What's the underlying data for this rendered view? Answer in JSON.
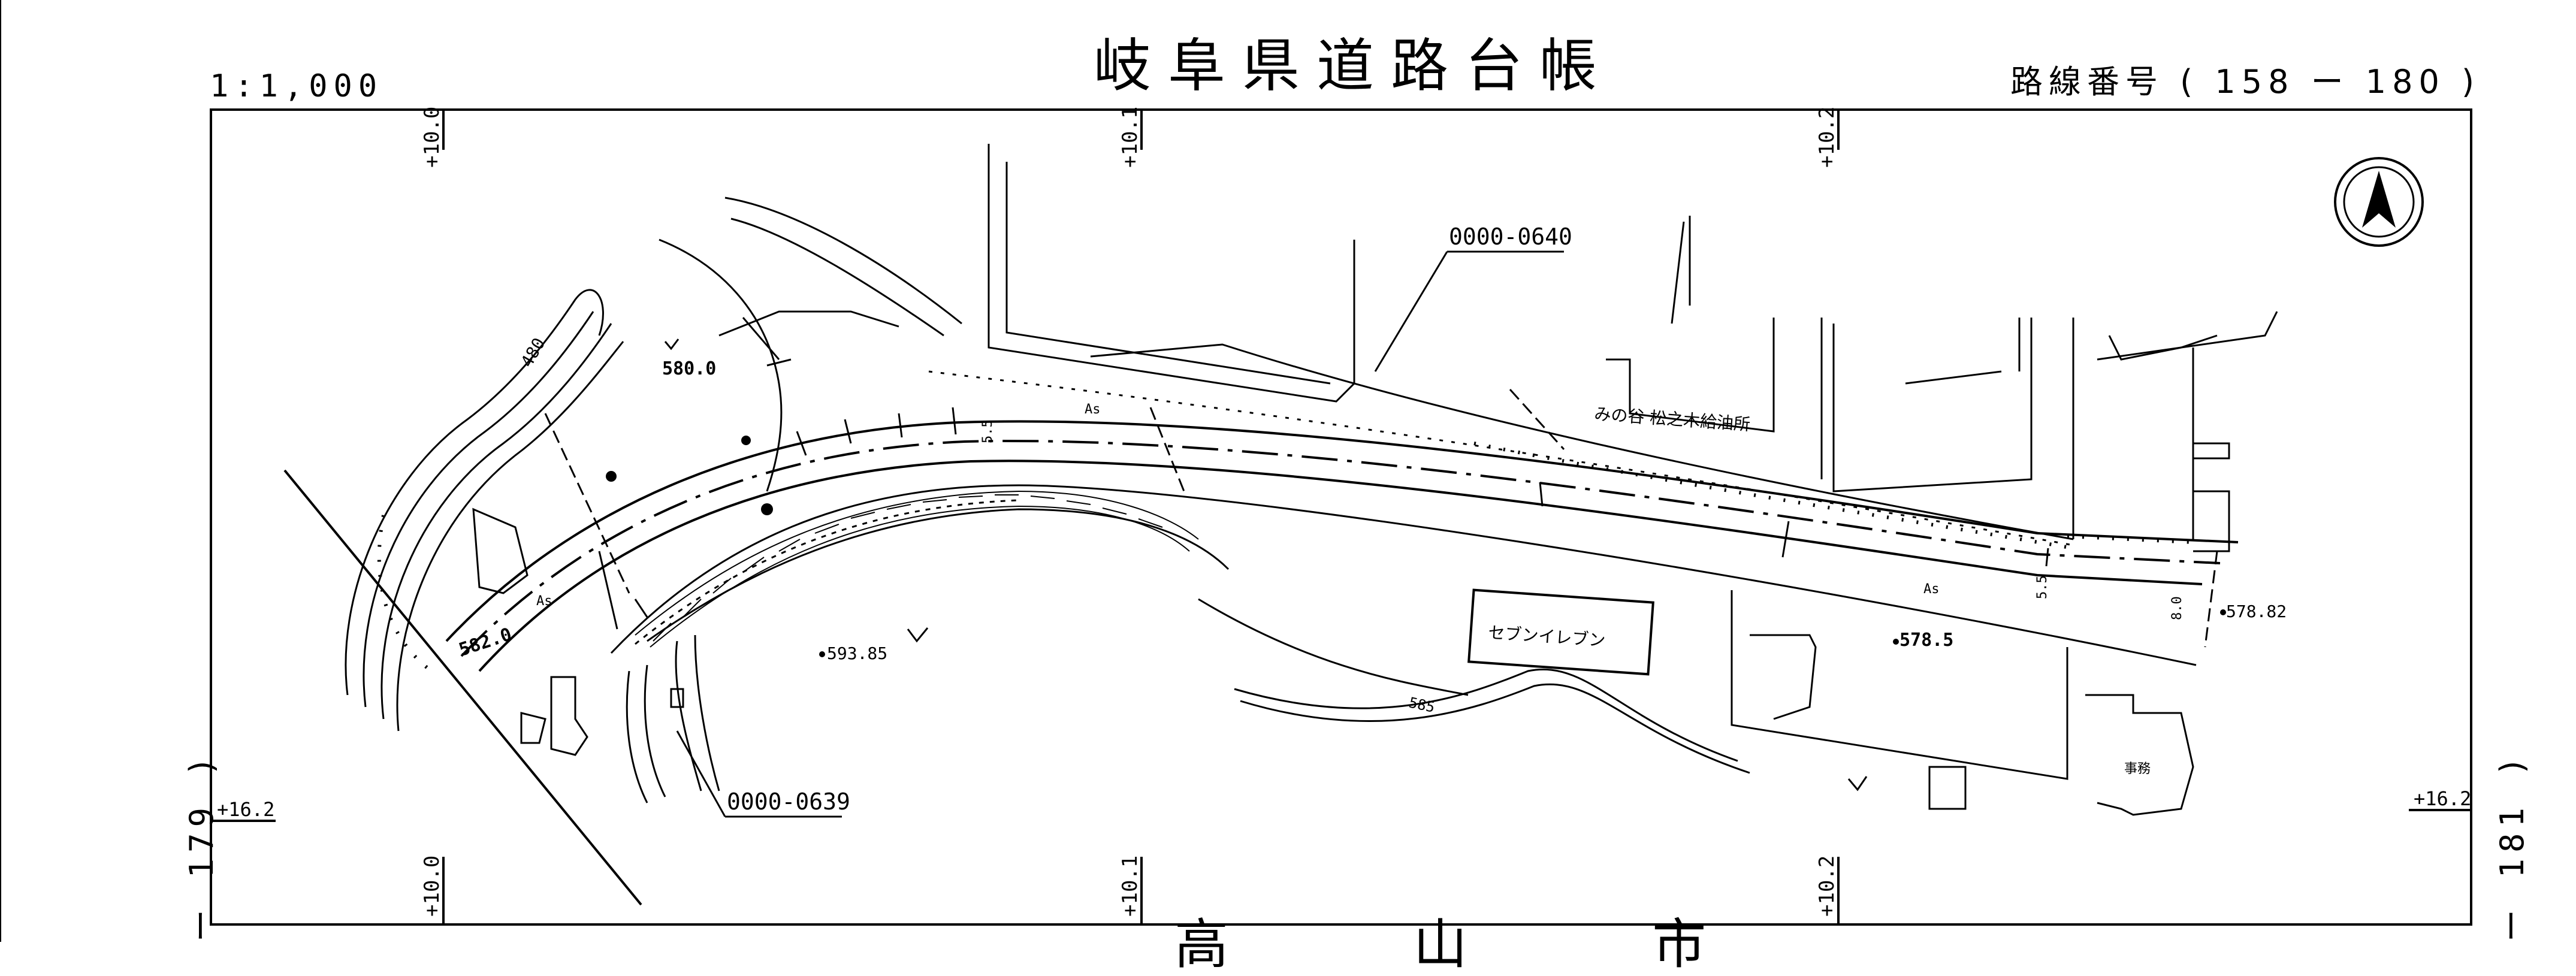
{
  "header": {
    "title": "岐阜県道路台帳",
    "scale": "1:1,000",
    "route_number": "路線番号 ( 158 ー 180 )"
  },
  "margins": {
    "left_route": "ー 179 )",
    "right_route": "ー 181 )",
    "bottom_partial": "高 山 市"
  },
  "map": {
    "stations": {
      "top": [
        "+10.0",
        "+10.1",
        "+10.2"
      ],
      "bottom": [
        "+10.0",
        "+10.1",
        "+10.2"
      ],
      "side_left": "+16.2",
      "side_right": "+16.2"
    },
    "callouts": {
      "top": "0000-0640",
      "bottom": "0000-0639"
    },
    "elevations": {
      "e1": "580.0",
      "e2": "593.85",
      "e3": "578.5",
      "e4": "578.82",
      "e5": "582.0"
    },
    "labels": {
      "store": "セブンイレブン",
      "business": "みの谷 松之木給油所",
      "building": "事務",
      "as1": "As",
      "as2": "As",
      "as3": "As",
      "contour_480": "480",
      "contour_585": "585",
      "width_1": "5.5",
      "width_2": "5.5",
      "width_3": "8.0"
    },
    "north_arrow": "north-arrow-icon"
  }
}
